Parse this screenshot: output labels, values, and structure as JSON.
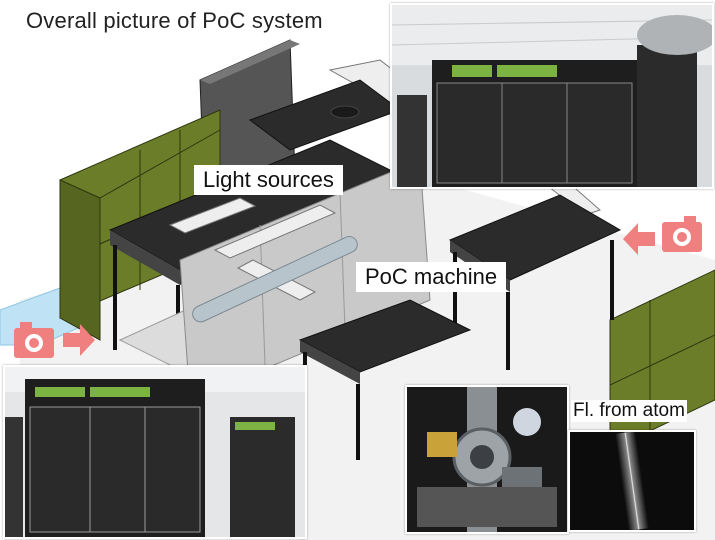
{
  "title": "Overall picture of PoC system",
  "labels": {
    "light_sources": "Light sources",
    "poc_machine": "PoC machine",
    "fluorescence": "Fl. from atom"
  },
  "colors": {
    "panel_green": "#6b7d28",
    "camera_pink": "#f08080",
    "table_dark": "#2b2b2b",
    "floor_blue": "#bfe3f5"
  },
  "icons": {
    "camera_left": "camera-icon",
    "camera_right": "camera-icon",
    "arrow_left": "arrow-right-icon",
    "arrow_right": "arrow-left-icon"
  }
}
